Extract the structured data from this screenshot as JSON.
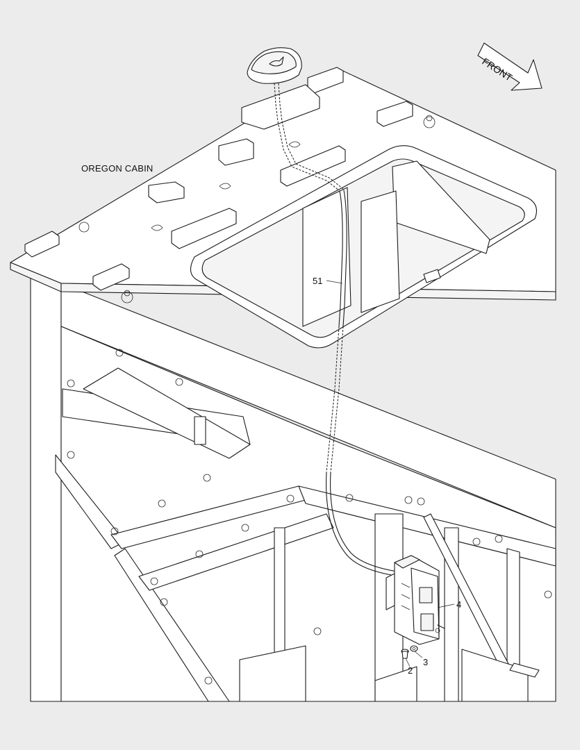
{
  "diagram": {
    "title_label": "OREGON CABIN",
    "front_label": "FRONT",
    "callouts": [
      {
        "id": "51",
        "text": "51"
      },
      {
        "id": "4",
        "text": "4"
      },
      {
        "id": "2",
        "text": "2"
      },
      {
        "id": "3",
        "text": "3"
      }
    ]
  }
}
